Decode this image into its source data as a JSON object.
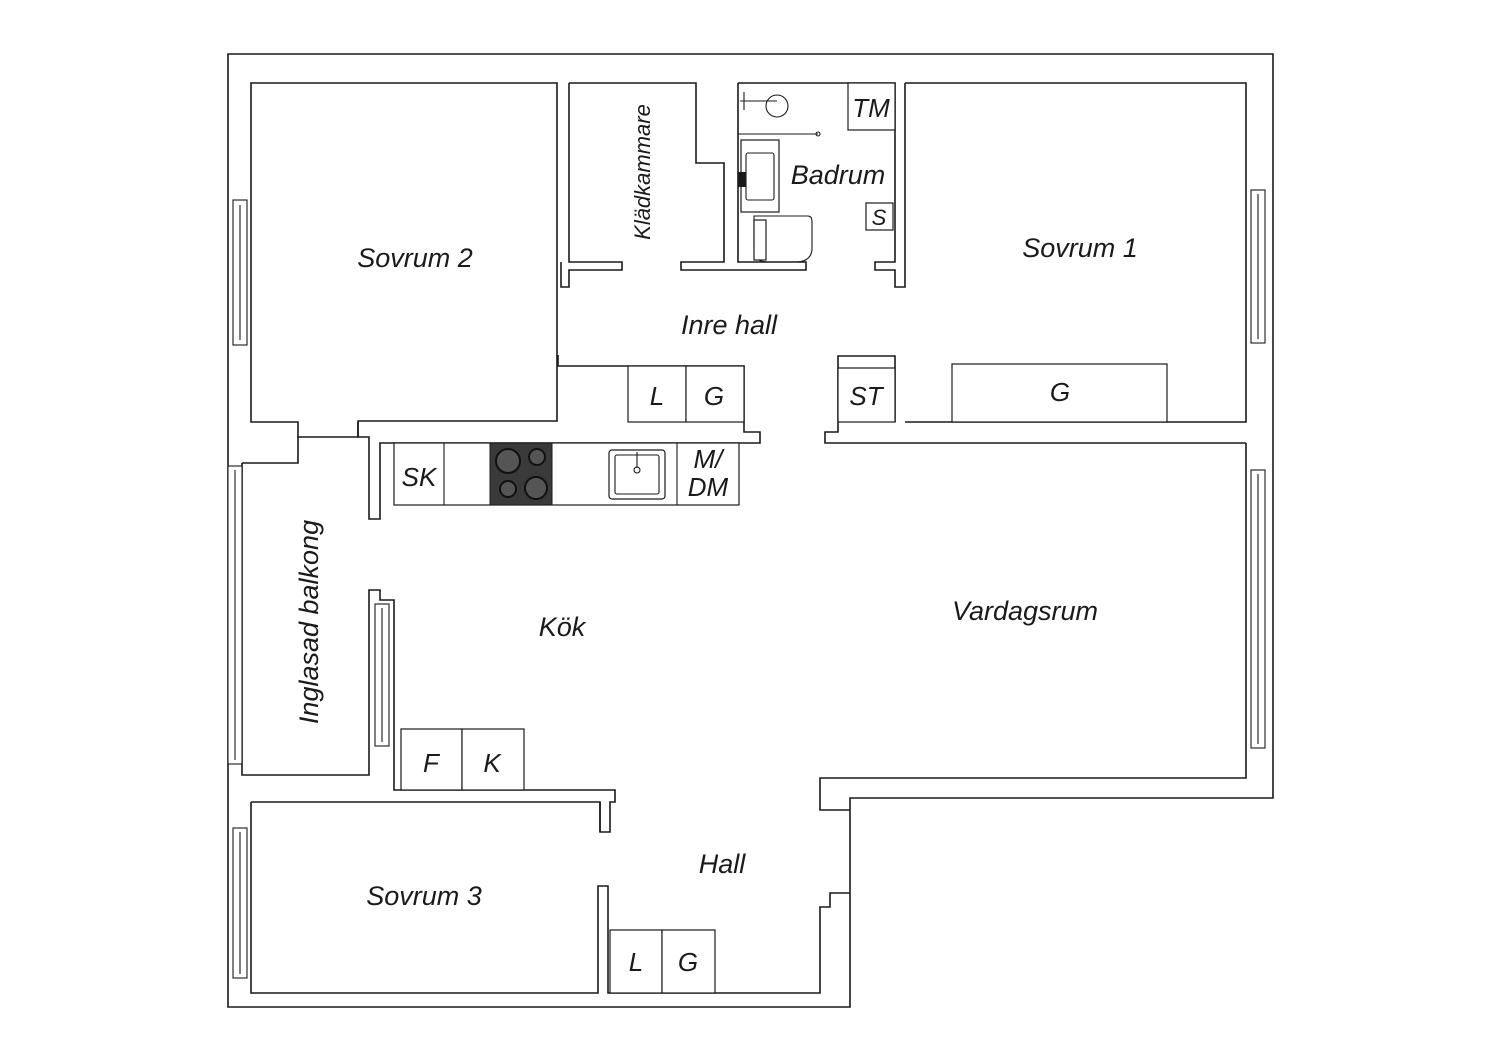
{
  "rooms": {
    "sovrum1": "Sovrum 1",
    "sovrum2": "Sovrum 2",
    "sovrum3": "Sovrum 3",
    "kladkammare": "Klädkammare",
    "badrum": "Badrum",
    "inre_hall": "Inre hall",
    "kok": "Kök",
    "vardagsrum": "Vardagsrum",
    "inglasad_balkong": "Inglasad balkong",
    "hall": "Hall"
  },
  "fixtures": {
    "tm": "TM",
    "s": "S",
    "l_inner": "L",
    "g_inner": "G",
    "st": "ST",
    "g_sovrum1": "G",
    "sk": "SK",
    "m": "M/",
    "dm": "DM",
    "f": "F",
    "k": "K",
    "l_hall": "L",
    "g_hall": "G"
  },
  "colors": {
    "line": "#1a1a1a",
    "stove": "#3a3a3a",
    "background": "#ffffff"
  }
}
